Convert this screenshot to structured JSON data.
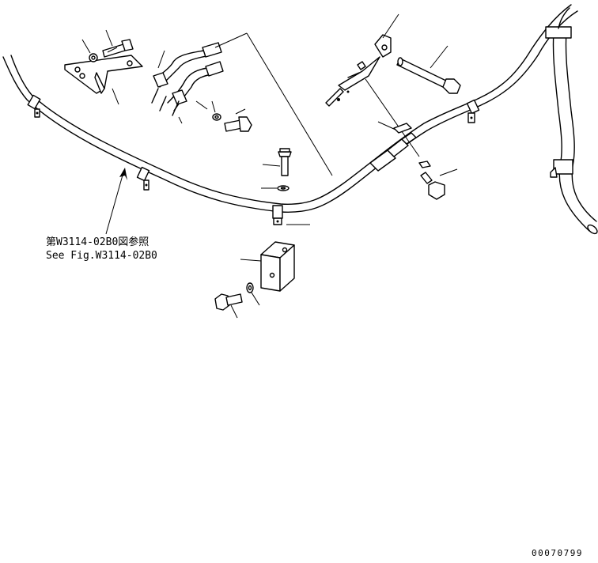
{
  "reference_note": {
    "line1": "第W3114-02B0図参照",
    "line2": "See Fig.W3114-02B0"
  },
  "drawing_number": "00070799"
}
